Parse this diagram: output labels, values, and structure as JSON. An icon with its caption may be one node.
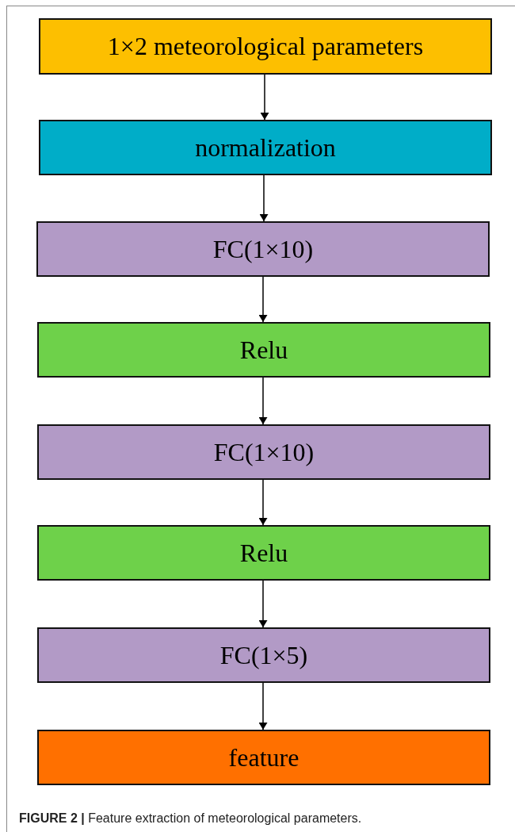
{
  "diagram": {
    "caption": "**FIGURE 2 |** Feature extraction of meteorological parameters.",
    "nodes": [
      {
        "text": [
          "1×2 meteorological parameters"
        ]
      },
      {
        "text": [
          "normalization"
        ]
      },
      {
        "text": [
          "FC(1×10)"
        ]
      },
      {
        "text": [
          "Relu"
        ]
      },
      {
        "text": [
          "FC(1×10)"
        ]
      },
      {
        "text": [
          "Relu"
        ]
      },
      {
        "text": [
          "FC(1×5)"
        ]
      },
      {
        "text": [
          "feature"
        ]
      }
    ],
    "edges": [
      {
        "from": 0,
        "to": 1,
        "arrow": "to"
      },
      {
        "from": 1,
        "to": 2,
        "arrow": "to"
      },
      {
        "from": 2,
        "to": 3,
        "arrow": "to"
      },
      {
        "from": 3,
        "to": 4,
        "arrow": "to"
      },
      {
        "from": 4,
        "to": 5,
        "arrow": "to"
      },
      {
        "from": 5,
        "to": 6,
        "arrow": "to"
      },
      {
        "from": 6,
        "to": 7,
        "arrow": "to"
      }
    ]
  }
}
